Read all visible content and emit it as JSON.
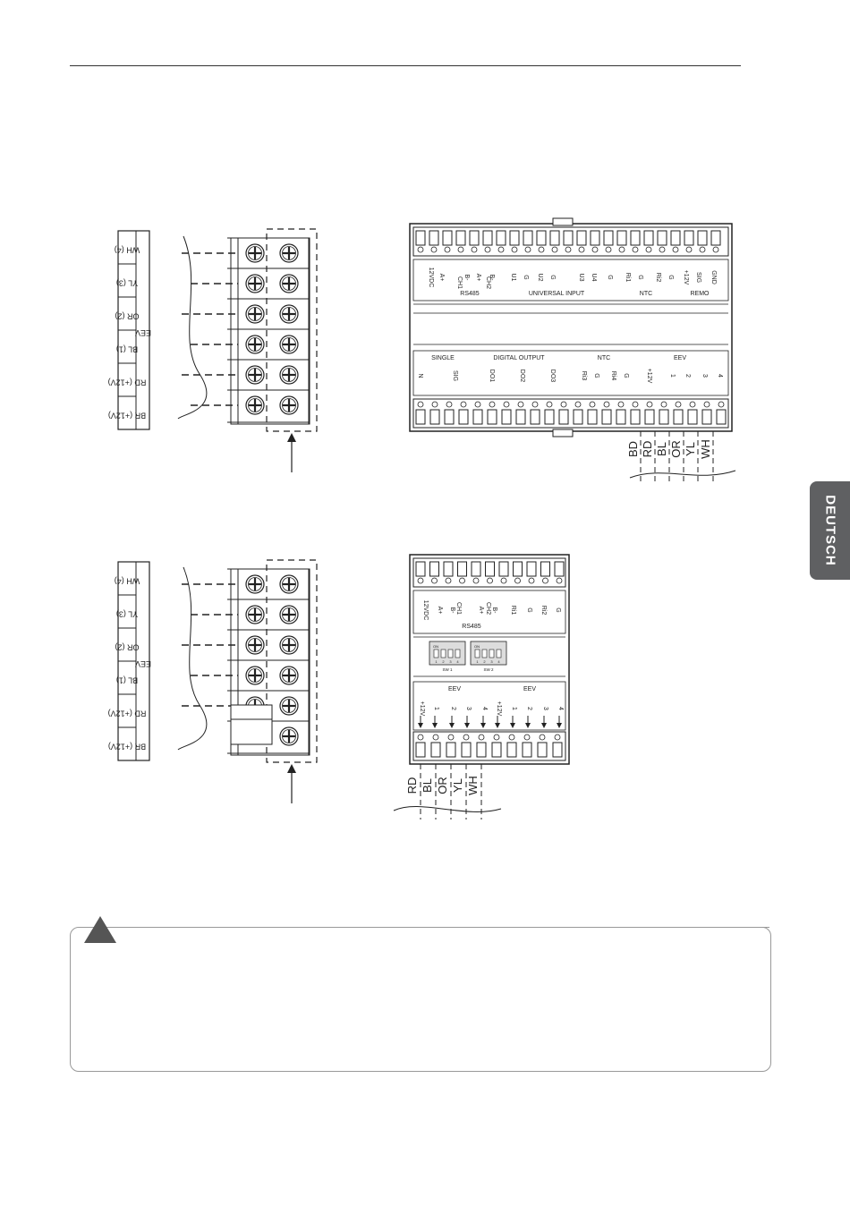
{
  "side_tab": {
    "label": "DEUTSCH"
  },
  "eev_labels": [
    "WH (4)",
    "YL (3)",
    "OR (2)",
    "BL (1)",
    "RD (+12V)",
    "BR (+12V)"
  ],
  "eev_title": "EEV",
  "wire_colors_top": [
    "BD",
    "RD",
    "BL",
    "OR",
    "YL",
    "WH"
  ],
  "wire_colors_bottom": [
    "RD",
    "BL",
    "OR",
    "YL",
    "WH"
  ],
  "top_module": {
    "upper_terminals": [
      "12VDC",
      "A+",
      "B-",
      "A+",
      "B-",
      "U1",
      "G",
      "U2",
      "G",
      "U3",
      "U4",
      "G",
      "Ri1",
      "G",
      "Ri2",
      "G",
      "+12V",
      "SIG",
      "GND"
    ],
    "upper_groups": [
      "RS485",
      "CH1",
      "CH2",
      "UNIVERSAL INPUT",
      "NTC",
      "REMO"
    ],
    "lower_groups": [
      "SINGLE",
      "DIGITAL OUTPUT",
      "NTC",
      "EEV"
    ],
    "lower_terminals": [
      "N",
      "SIG",
      "DO1",
      "DO2",
      "DO3",
      "Ri3",
      "G",
      "Ri4",
      "G",
      "+12V",
      "1",
      "2",
      "3",
      "4"
    ]
  },
  "bottom_module": {
    "upper_terminals": [
      "12VDC",
      "A+",
      "B-",
      "A+",
      "B-",
      "Ri1",
      "G",
      "Ri2",
      "G"
    ],
    "upper_groups": [
      "CH1",
      "CH2",
      "RS485"
    ],
    "switches": [
      "SW 1",
      "SW 2"
    ],
    "switch_on": "ON",
    "switch_numbers": [
      "1",
      "2",
      "3",
      "4"
    ],
    "eev_groups": [
      "EEV",
      "EEV"
    ],
    "eev_terminals": [
      "+12V",
      "1",
      "2",
      "3",
      "4"
    ]
  }
}
